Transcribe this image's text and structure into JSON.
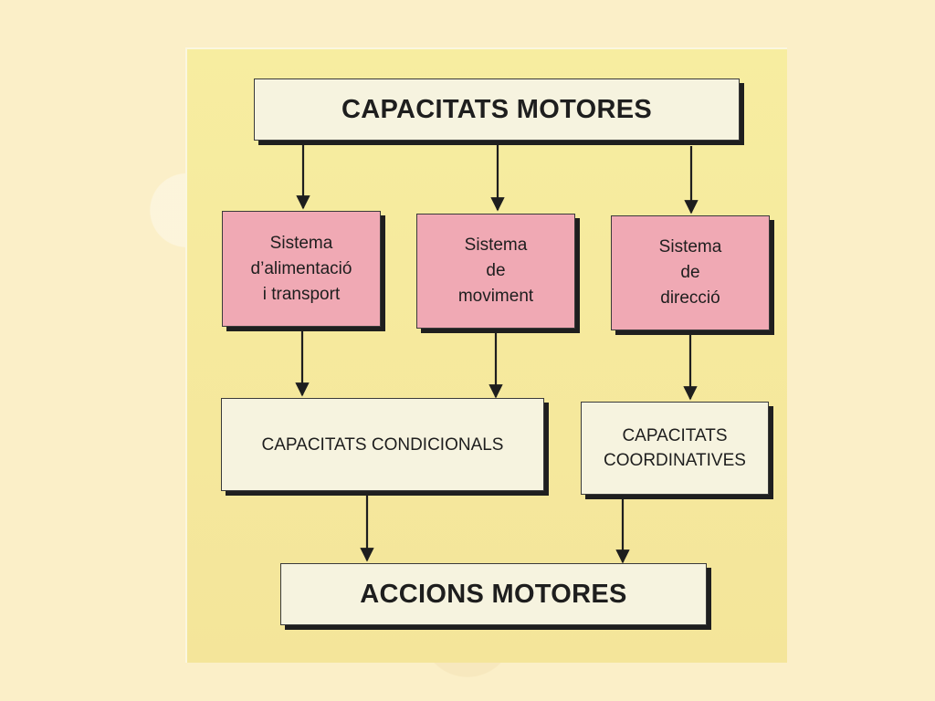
{
  "diagram": {
    "top": {
      "label": "CAPACITATS MOTORES"
    },
    "systems": [
      {
        "lines": [
          "Sistema",
          "d’alimentació",
          "i transport"
        ]
      },
      {
        "lines": [
          "Sistema",
          "de",
          "moviment"
        ]
      },
      {
        "lines": [
          "Sistema",
          "de",
          "direcció"
        ]
      }
    ],
    "capacities": {
      "conditional": {
        "label": "CAPACITATS CONDICIONALS"
      },
      "coordinative": {
        "lines": [
          "CAPACITATS",
          "COORDINATIVES"
        ]
      }
    },
    "bottom": {
      "label": "ACCIONS MOTORES"
    }
  },
  "colors": {
    "page_background": "#fbefc8",
    "panel": "#f4e59a",
    "system_box": "#f0a9b4",
    "capacity_box": "#f6f3df",
    "border": "#2a2a2a"
  }
}
